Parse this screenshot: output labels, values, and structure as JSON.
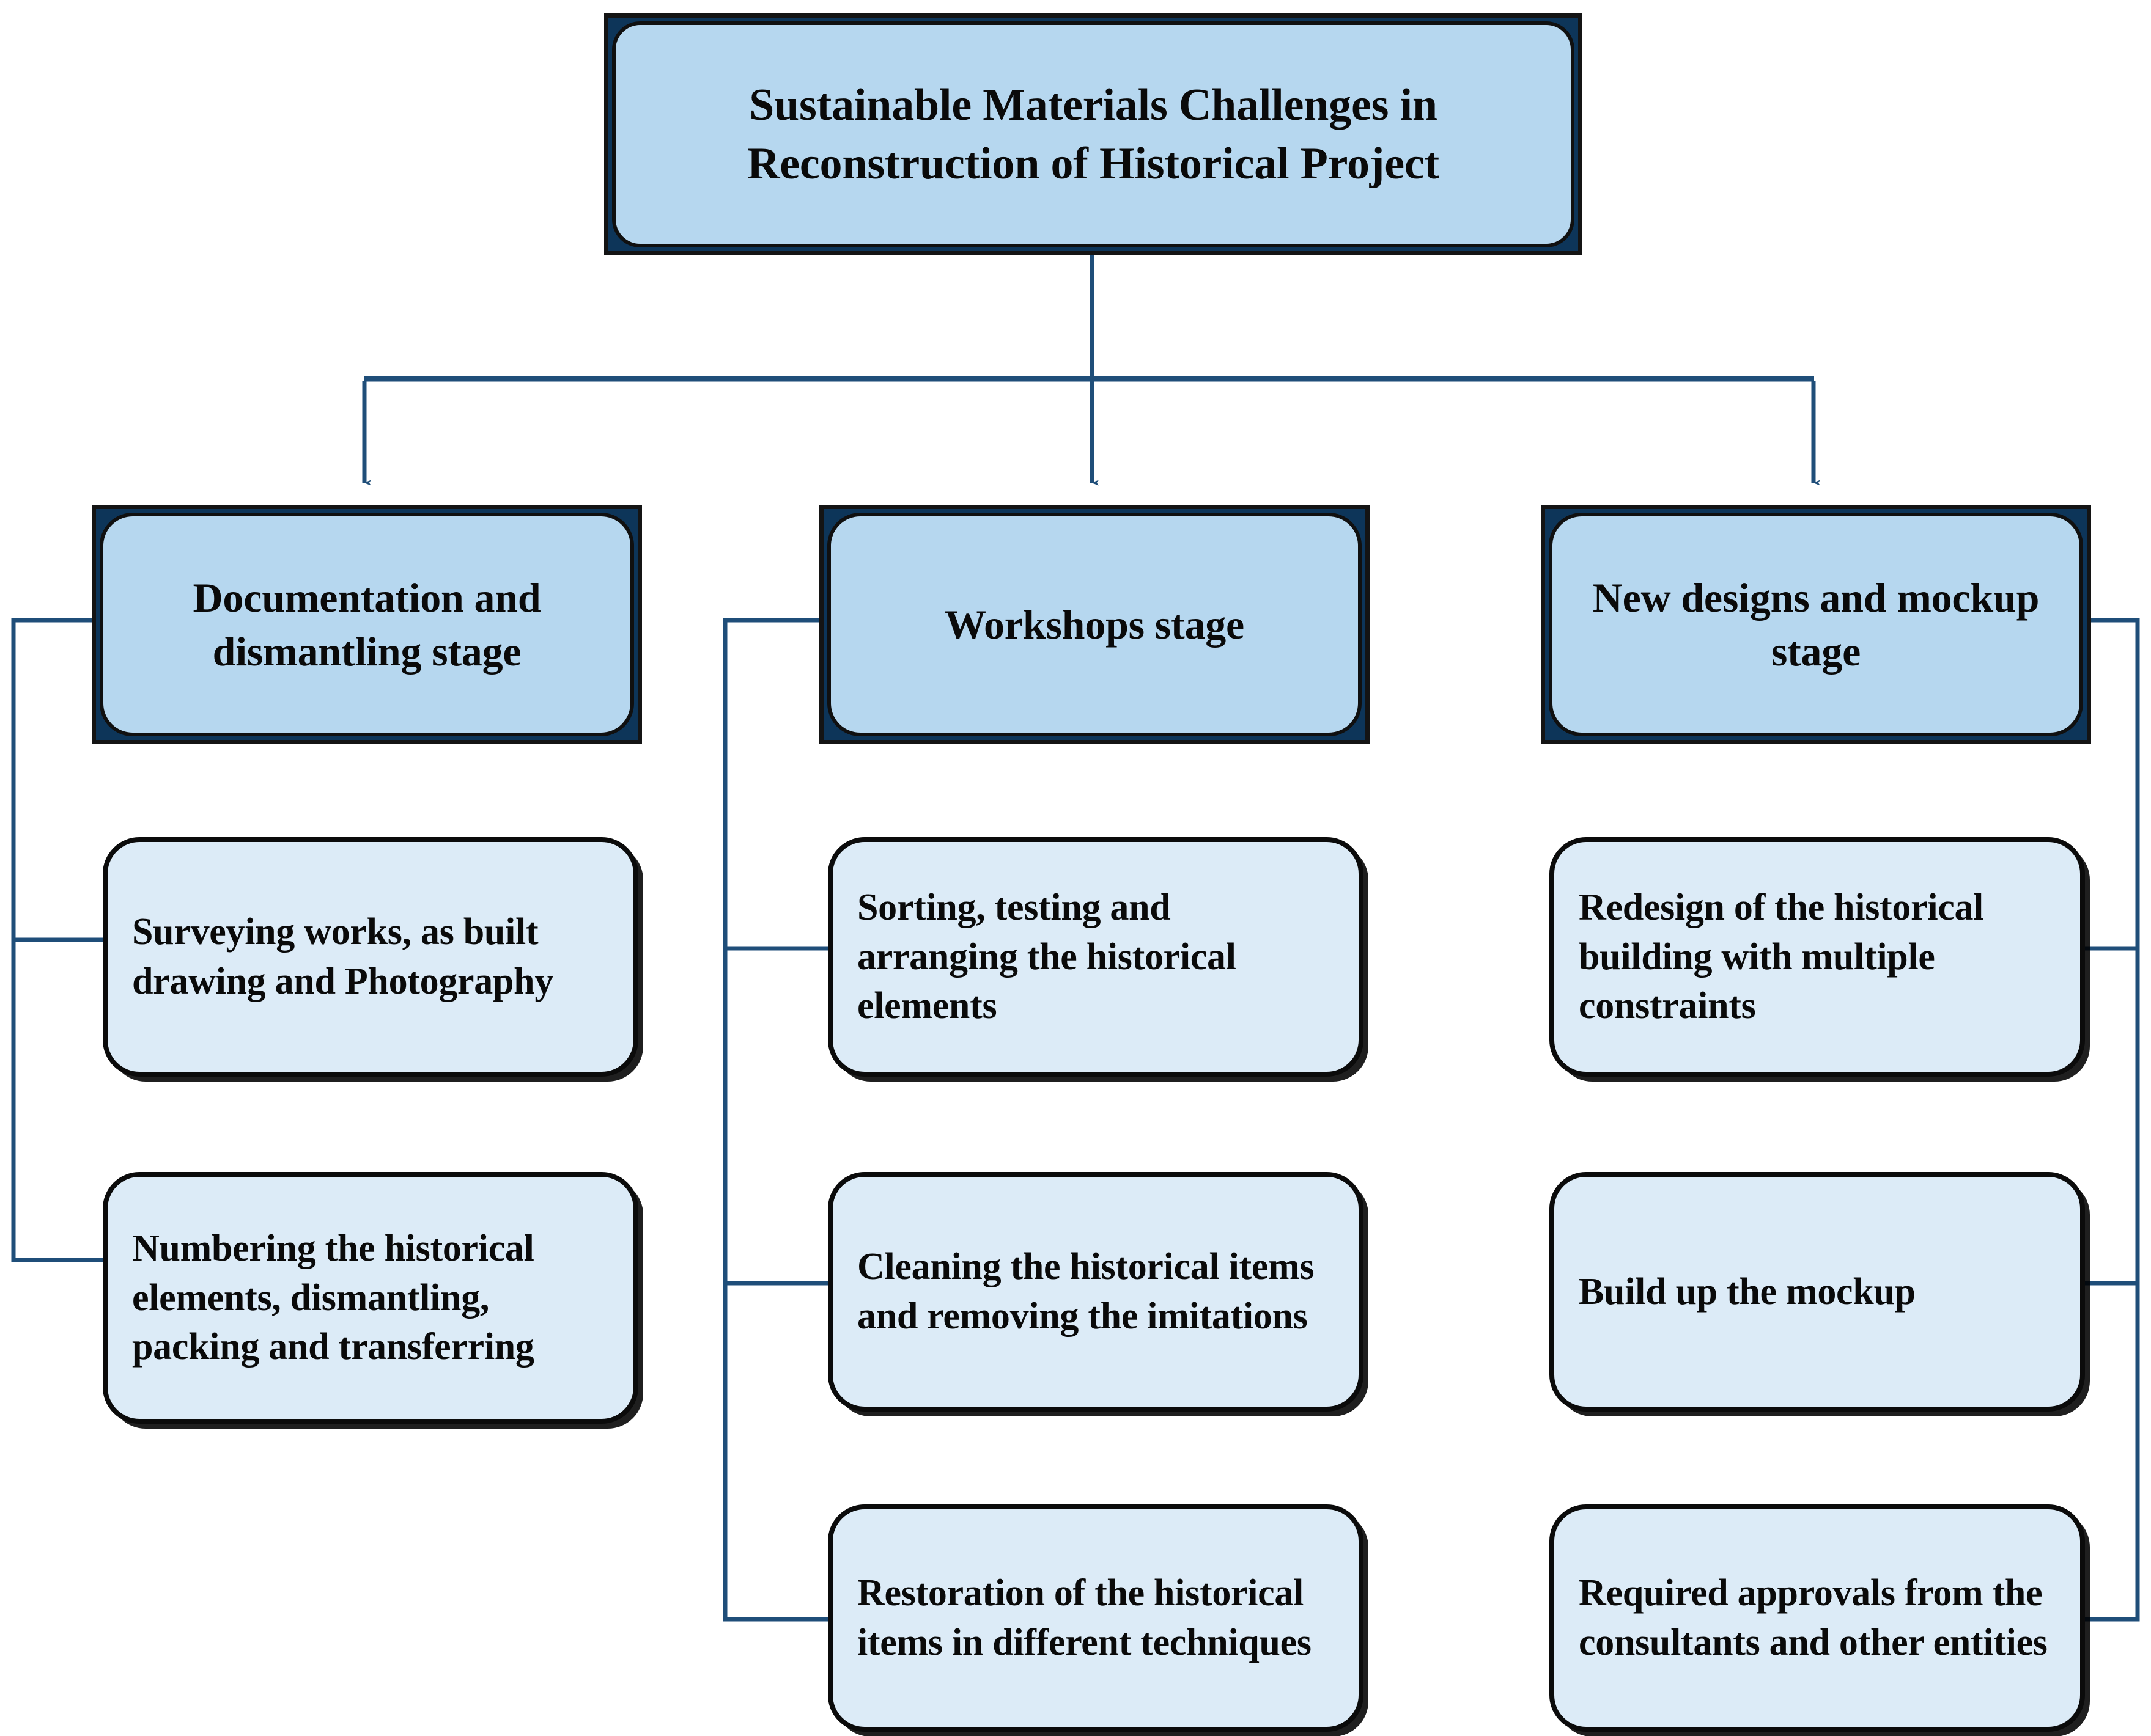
{
  "diagram": {
    "title": "Sustainable Materials Challenges in Reconstruction of Historical Project",
    "accent_color": "#1f4e79",
    "stage_fill": "#b6d7ef",
    "stage_backing": "#0d3559",
    "leaf_fill": "#dcebf7",
    "outline_color": "#0b0b0b",
    "connector_color": "#1f4e79"
  },
  "root": {
    "label": "Sustainable Materials Challenges in Reconstruction of Historical Project"
  },
  "columns": [
    {
      "id": "documentation",
      "header": "Documentation and dismantling stage",
      "items": [
        {
          "label": "Surveying works, as built drawing and Photography"
        },
        {
          "label": "Numbering the historical elements, dismantling, packing and transferring"
        }
      ]
    },
    {
      "id": "workshops",
      "header": "Workshops stage",
      "items": [
        {
          "label": "Sorting, testing and arranging the historical elements"
        },
        {
          "label": "Cleaning the historical items and removing the imitations"
        },
        {
          "label": "Restoration of the historical items in different techniques"
        }
      ]
    },
    {
      "id": "new-designs",
      "header": "New designs and mockup stage",
      "items": [
        {
          "label": "Redesign of the historical building with multiple constraints"
        },
        {
          "label": "Build up the mockup"
        },
        {
          "label": "Required approvals from the consultants and other entities"
        }
      ]
    }
  ]
}
